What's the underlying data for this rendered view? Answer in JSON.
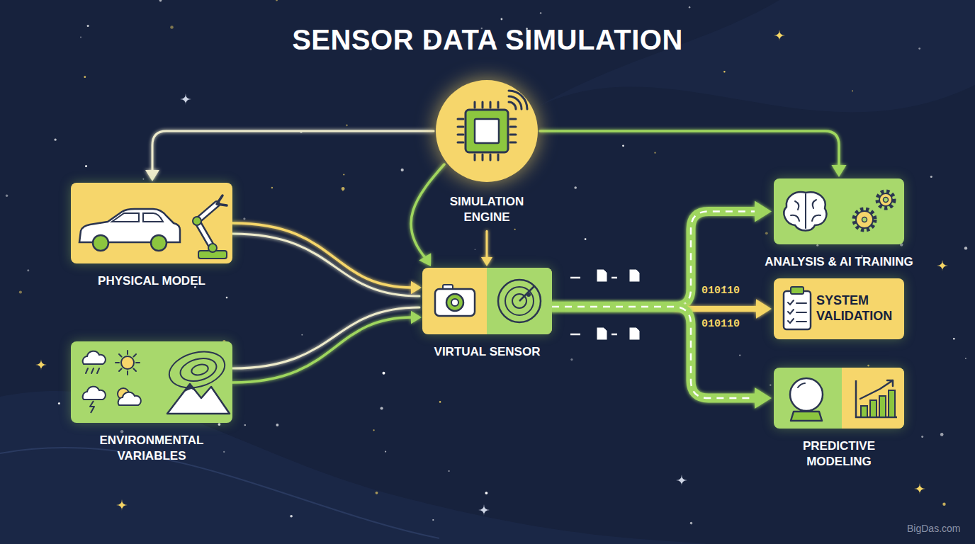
{
  "diagram": {
    "title": "SENSOR DATA SIMULATION",
    "nodes": [
      {
        "text": [
          "SIMULATION ENGINE"
        ]
      },
      {
        "text": [
          "PHYSICAL MODEL"
        ]
      },
      {
        "text": [
          "ENVIRONMENTAL VARIABLES"
        ]
      },
      {
        "text": [
          "VIRTUAL SENSOR"
        ]
      },
      {
        "text": [
          "ANALYSIS & AI TRAINING"
        ]
      },
      {
        "text": [
          "SYSTEM VALIDATION"
        ]
      },
      {
        "text": [
          "PREDICTIVE MODELING"
        ]
      }
    ],
    "edges": [
      {
        "from": 0,
        "to": 1,
        "arrow": "to"
      },
      {
        "from": 0,
        "to": 3,
        "arrow": "to"
      },
      {
        "from": 0,
        "to": 3,
        "arrow": "to"
      },
      {
        "from": 0,
        "to": 4,
        "arrow": "to"
      },
      {
        "from": 1,
        "to": 3,
        "arrow": "to"
      },
      {
        "from": 2,
        "to": 3,
        "arrow": "to"
      },
      {
        "from": 3,
        "to": 4,
        "arrow": "to"
      },
      {
        "from": 3,
        "to": 5,
        "arrow": "to"
      },
      {
        "from": 3,
        "to": 6,
        "arrow": "to"
      }
    ],
    "labels": [
      "010110",
      "010110",
      "BigDas.com"
    ]
  }
}
